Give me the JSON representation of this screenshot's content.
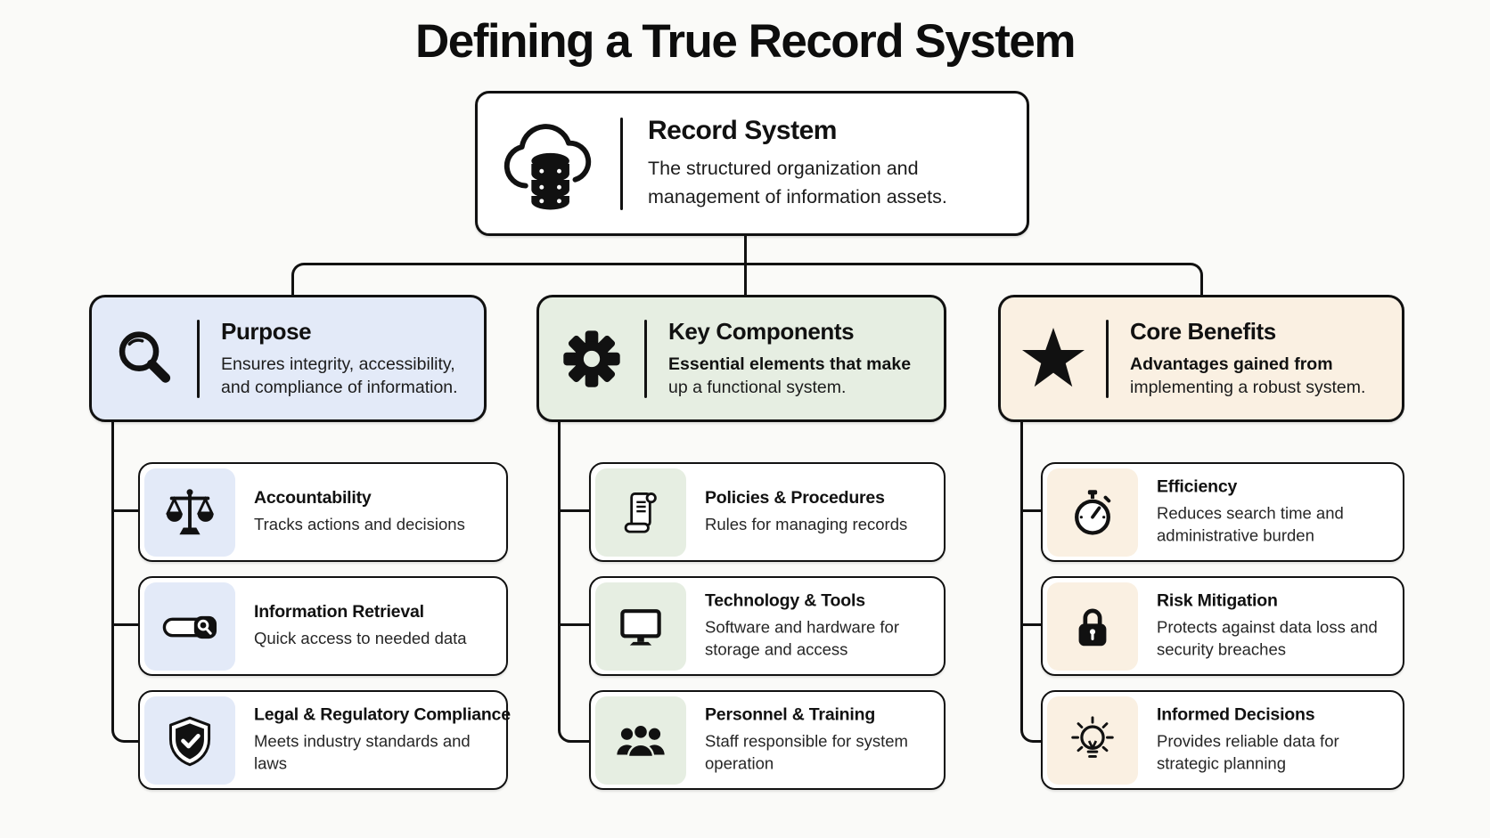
{
  "title": "Defining a True Record System",
  "colors": {
    "panel_blue": "#e3eaf8",
    "panel_green": "#e6eee2",
    "panel_cream": "#faf0e2",
    "line": "#111111",
    "card_bg": "#ffffff",
    "page_bg": "#fafaf8"
  },
  "root": {
    "icon": "cloud-database-icon",
    "title": "Record System",
    "description_line1": "The structured organization and",
    "description_line2": "management of information assets."
  },
  "columns": [
    {
      "title": "Purpose",
      "icon": "magnifier-icon",
      "description_line1": "Ensures integrity, accessibility,",
      "description_line2": "and compliance of information.",
      "items": [
        {
          "icon": "scales-icon",
          "title": "Accountability",
          "description": "Tracks actions and decisions"
        },
        {
          "icon": "search-bar-icon",
          "title": "Information Retrieval",
          "description": "Quick access to needed data"
        },
        {
          "icon": "shield-check-icon",
          "title": "Legal & Regulatory Compliance",
          "description": "Meets industry standards and laws"
        }
      ]
    },
    {
      "title": "Key Components",
      "icon": "gear-icon",
      "description_line1": "Essential elements that make",
      "description_line2": "up a functional system.",
      "items": [
        {
          "icon": "scroll-icon",
          "title": "Policies & Procedures",
          "description": "Rules for managing records"
        },
        {
          "icon": "monitor-icon",
          "title": "Technology & Tools",
          "description": "Software and hardware for storage and access"
        },
        {
          "icon": "people-group-icon",
          "title": "Personnel & Training",
          "description": "Staff responsible for system operation"
        }
      ]
    },
    {
      "title": "Core Benefits",
      "icon": "star-icon",
      "description_line1": "Advantages gained from",
      "description_line2": "implementing a robust system.",
      "items": [
        {
          "icon": "stopwatch-icon",
          "title": "Efficiency",
          "description": "Reduces search time and administrative burden"
        },
        {
          "icon": "padlock-icon",
          "title": "Risk Mitigation",
          "description": "Protects against data loss and security breaches"
        },
        {
          "icon": "lightbulb-icon",
          "title": "Informed Decisions",
          "description": "Provides reliable data for strategic planning"
        }
      ]
    }
  ]
}
